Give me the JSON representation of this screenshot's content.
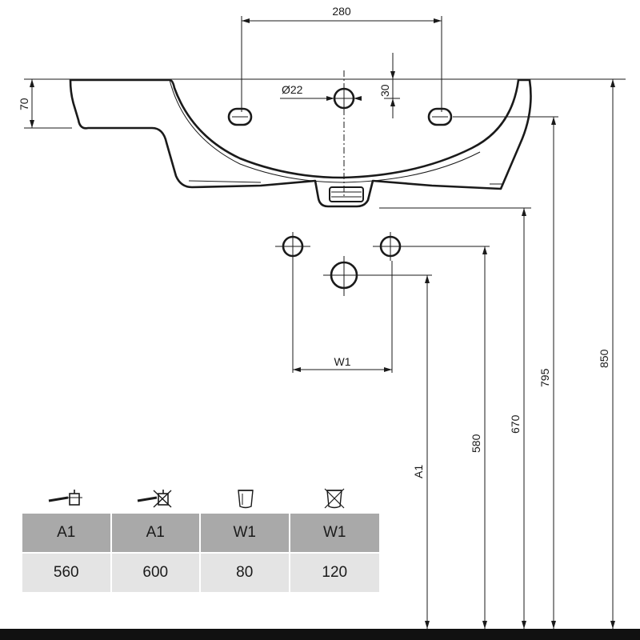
{
  "dimensions": {
    "tap_hole_spacing": "280",
    "tap_hole_diameter": "Ø22",
    "tap_hole_offset": "30",
    "basin_rim_height": "70",
    "supply_spacing": "W1",
    "drain_height": "A1",
    "supply_height": "580",
    "waste_height": "670",
    "basin_height": "795",
    "rim_height": "850"
  },
  "table": {
    "icons": [
      "tap-with-trap-icon",
      "tap-without-trap-icon",
      "siphon-icon",
      "no-siphon-icon"
    ],
    "headers": [
      "A1",
      "A1",
      "W1",
      "W1"
    ],
    "values": [
      "560",
      "600",
      "80",
      "120"
    ],
    "header_color": "#a9a9a9",
    "value_color": "#e4e4e4"
  }
}
